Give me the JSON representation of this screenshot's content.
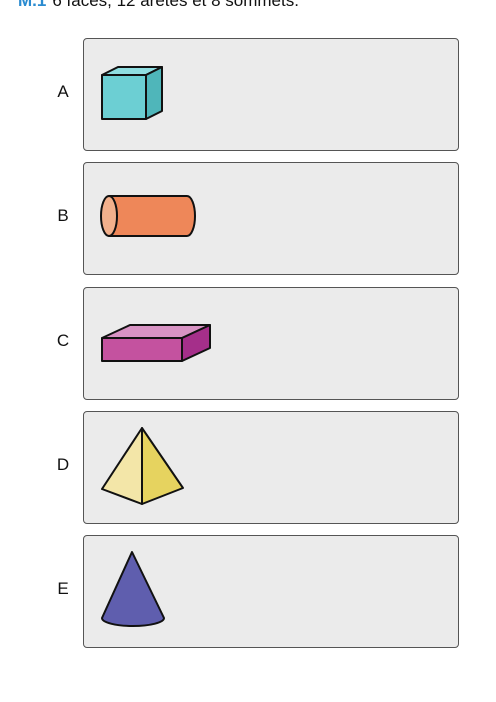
{
  "question": {
    "number": "M.1",
    "text": "6 faces, 12 arêtes et 8 sommets."
  },
  "options": [
    {
      "letter": "A",
      "shape": "cube-icon"
    },
    {
      "letter": "B",
      "shape": "cylinder-icon"
    },
    {
      "letter": "C",
      "shape": "rectangular-prism-icon"
    },
    {
      "letter": "D",
      "shape": "pyramid-icon"
    },
    {
      "letter": "E",
      "shape": "cone-icon"
    }
  ],
  "colors": {
    "cube": "#6ccfd3",
    "cylinder": "#ee8759",
    "prism": "#c4529f",
    "pyramid": "#ead76b",
    "cone": "#5f5eae",
    "card_bg": "#ebebeb",
    "question_number": "#2a8bd0"
  }
}
